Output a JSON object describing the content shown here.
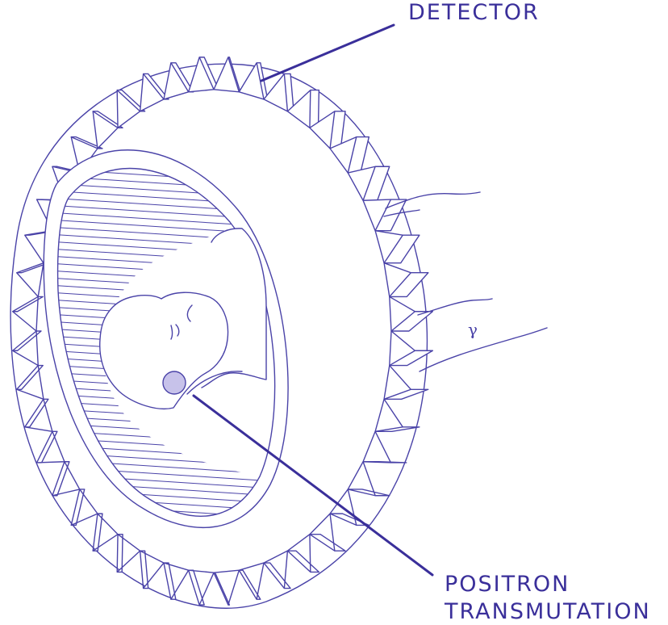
{
  "labels": {
    "detector": "DETECTOR",
    "positron_line1": "POSITRON",
    "positron_line2": "TRANSMUTATION",
    "gamma": "γ"
  },
  "colors": {
    "drawing": "#4a43a8",
    "leader": "#3a2f9a",
    "marker_fill": "#c7c2ea",
    "background": "#ffffff"
  }
}
